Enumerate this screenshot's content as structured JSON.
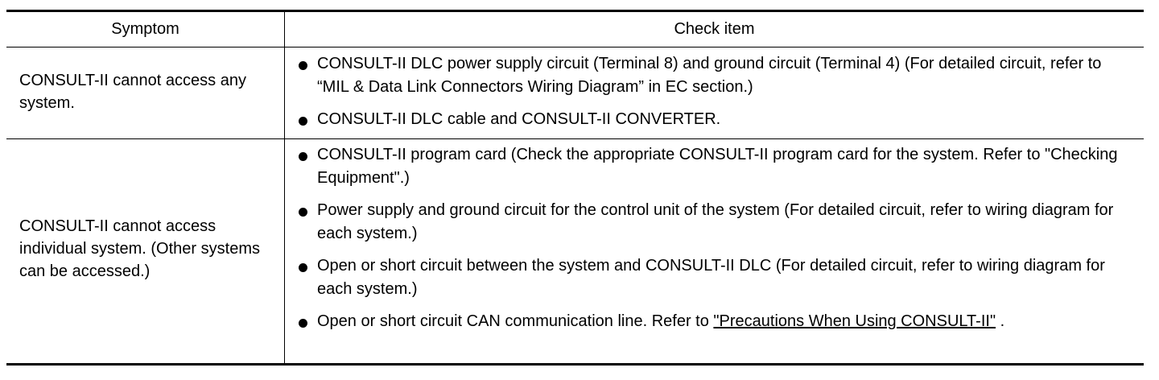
{
  "table": {
    "headers": {
      "symptom": "Symptom",
      "check_item": "Check item"
    },
    "rows": [
      {
        "symptom": "CONSULT-II cannot access any system.",
        "checks": [
          "CONSULT-II DLC power supply circuit (Terminal 8) and ground circuit (Terminal 4) (For detailed circuit, refer to “MIL & Data Link Connectors Wiring Diagram” in EC section.)",
          "CONSULT-II DLC cable and CONSULT-II CONVERTER."
        ]
      },
      {
        "symptom": "CONSULT-II cannot access individual system. (Other systems can be accessed.)",
        "checks": [
          "CONSULT-II program card (Check the appropriate CONSULT-II program card for the system. Refer to \"Checking Equipment\".)",
          "Power supply and ground circuit for the control unit of the system (For detailed circuit, refer to wiring diagram for each system.)",
          "Open or short circuit between the system and CONSULT-II DLC (For detailed circuit, refer to wiring diagram for each system.)"
        ],
        "last_check_prefix": "Open or short circuit CAN communication line. Refer to ",
        "last_check_link": "\"Precautions When Using CONSULT-II\"",
        "last_check_suffix": " ."
      }
    ]
  }
}
